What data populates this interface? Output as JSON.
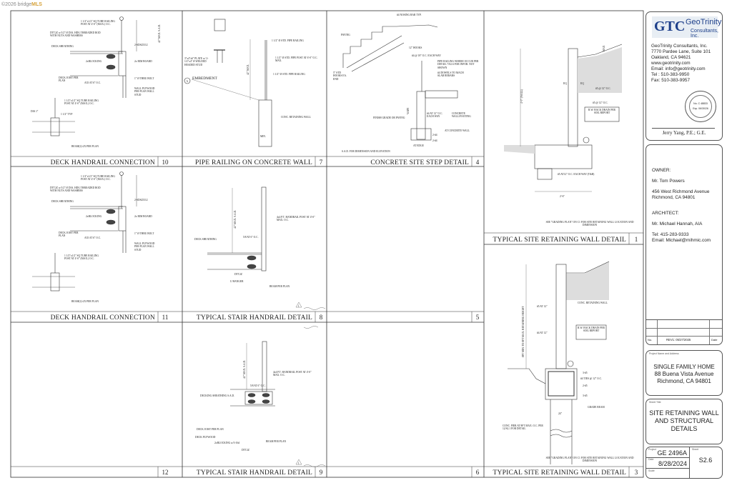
{
  "watermark": {
    "copyright": "©2026 bridge",
    "brand": "MLS"
  },
  "details": [
    {
      "title": "DECK HANDRAIL CONNECTION",
      "number": "10"
    },
    {
      "title": "PIPE RAILING ON CONCRETE WALL",
      "number": "7"
    },
    {
      "title": "CONCRETE SITE STEP DETAIL",
      "number": "4"
    },
    {
      "title": "TYPICAL SITE RETAINING WALL DETAIL",
      "number": "1"
    },
    {
      "title": "DECK HANDRAIL CONNECTION",
      "number": "11"
    },
    {
      "title": "TYPICAL STAIR HANDRAIL DETAIL",
      "number": "8"
    },
    {
      "title": "",
      "number": "5"
    },
    {
      "title": "",
      "number": "12"
    },
    {
      "title": "TYPICAL STAIR HANDRAIL DETAIL",
      "number": "9"
    },
    {
      "title": "",
      "number": "6"
    },
    {
      "title": "TYPICAL SITE RETAINING WALL DETAIL",
      "number": "3"
    }
  ],
  "labels": {
    "d10": {
      "post": "1 1/2\"x1/2\" SQ TUBE RAILING POST AT 4'-0\" (MAX.) O.C.",
      "dtt": "DTT2Z w/1/2\" Ø DIA. HDG THREADED ROD WITH NUTS AND WASHERS",
      "sheathing": "DECK SHEATHING",
      "sds": "2-SDS25312",
      "blocking": "2xBLOCKING",
      "rim": "2x RIM BOARD",
      "joist": "DECK JOIST PER PLAN",
      "a35": "A35 AT 6\" O.C.",
      "bolt": "1\" Ø THRU BOLT",
      "wall": "WALL PLYWOOD PER PLAN WALL STUD",
      "height": "42\" MAX. S.A.D.",
      "post2": "1 1/2\"x1/2\" SQ TUBE RAILING POST AT 4'-0\" (MAX.) O.C.",
      "dia": "DIA 1\"",
      "typ": "1 1/2\" TYP",
      "beam": "BEAM(2)-2X PER PLAN"
    },
    "d7": {
      "rail1": "1 1/2\" Ø STD. PIPE RAILING",
      "post": "1 1/2\" Ø STD. PIPE POST AT 6'-0\" O.C. MAX.",
      "rail2": "1 1/2\" Ø STD. PIPE RAILING",
      "embed": "EMBEDMENT",
      "embed_tag": "A",
      "wall": "CONC. RETAINING WALL",
      "plate": "3\"x4\"x6\" PLATE w/ 2-1/2\"x4\" Ø WELDED HEADED STUD",
      "height": "42\" MAX.",
      "min": "MIN."
    },
    "d4": {
      "nosing": "#4 NOSING BAR TYP.",
      "paving": "PAVING",
      "hooks": "12\" HOOKS",
      "rebar": "#4 @ 18\" O.C. EACH WAY",
      "railing": "PIPE RAILING WHERE OCCUR PER DETAIL 7/S2.6 FOR INFOR. NOT SHOWN",
      "dowels": "#4 DOWELS TO MACH SLAB REBARS",
      "std": "5\" STD HOOKS EA. END",
      "grade": "FINISH GRADE OR PAVING",
      "each": "#4 AT 12\" O.C. EACH WAY",
      "concrete": "CONCRETE WALL/FOOTING",
      "atwall": "AT CONCRETE WALL",
      "atedge": "AT EDGE",
      "sad": "S.A.D. FOR DIMENSION AND ELEVATION",
      "vary": "VARY",
      "bar1": "2-#4",
      "bar2": "2-#4"
    },
    "d1": {
      "r1": "#5 @ 12\" O.C.",
      "r2": "#5 @ 12\" O.C.",
      "drain": "R.W. BACK DRAIN PER SOIL REPORT",
      "wall": "4'-0\" (WALL)",
      "footing": "#5 AT12\" O.C. EACH WAY (T&B)",
      "width": "2'-6\"",
      "note": "SEE \"GRADING PLAN\" ON C1 FOR SITE RETAINING WALL LOCATION AND DIMENSION",
      "eq1": "EQ",
      "eq2": "EQ",
      "max": "MAX"
    },
    "d3": {
      "wall": "CONC. RETAINING WALL",
      "r1": "#5 AT 12\"",
      "r2": "#4 AT 12\"",
      "drain": "R.W. BACK DRAIN PER SOIL REPORT",
      "b1": "3-#5",
      "ties": "#4 TIES @ 12\" O.C.",
      "b2": "2-#5",
      "b3": "3-#5",
      "beam": "GRADE BEAM",
      "pier": "CONC. PIER AT 8FT MAX. O.C. PER 12/S2.1 FOR DETAIL",
      "height": "8FT MIN. TO 8FT MAX. RETAINING HEIGHT",
      "width": "24\"",
      "note": "SEE \"GRADING PLAN\" ON C1 FOR SITE RETAINING WALL LOCATION AND DIMENSION"
    },
    "d8": {
      "post": "4x4 P.T. HANDRAIL POST AT 4'-0\" MAX. O.C.",
      "sheathing": "DECK SHEATHING",
      "bolt": "5/8 AT 6\" O.C.",
      "dtt": "DTT2Z",
      "hanger": "U HANGER",
      "beam": "BEAM PER PLAN",
      "height": "42\" MAX. S.A.D."
    },
    "d9": {
      "post": "4x4 P.T. HANDRAIL POST AT 4'-0\" MAX. O.C.",
      "sheathing": "DECKING SHEATHING S.A.D.",
      "bolt": "5/8 AT 6\" O.C.",
      "joist": "DECK JOIST PER PLAN",
      "plywood": "DECK PLYWOOD",
      "blocking": "2xBLOCKING w/3-16d",
      "beam": "BEAM PER PLAN",
      "dtt": "DTT2Z",
      "height": "42\" MAX. S.A.D."
    },
    "revision_mark": "1"
  },
  "titleblock": {
    "logo": {
      "mark": "GTC",
      "name": "GeoTrinity",
      "sub": "Consultants, Inc."
    },
    "company": [
      "GeoTrinity Consultants, Inc.",
      "7770 Pardee Lane, Suite 101",
      "Oakland, CA 94621",
      "www.geotrinity.com",
      "Email: info@geotrinity.com",
      "Tel :  510-383-9950",
      "Fax:  510-383-9957"
    ],
    "seal": {
      "line1": "No. C 48833",
      "line2": "Exp. 06/30/26"
    },
    "engineer": "Jerry Yang,  P.E.; G.E.",
    "owner_heading": "OWNER:",
    "owner_name": "Mr. Tom Powers",
    "owner_addr1": "456 West Richmond Avenue",
    "owner_addr2": "Richmond, CA 94801",
    "architect_heading": "ARCHITECT:",
    "architect_name": "Mr. Michael Hannah, AIA",
    "architect_tel": "Tel: 415-283-9333",
    "architect_email": "Email: Michael@mihmic.com",
    "rev_no_label": "No.",
    "rev_text": "REV1: 05/27/2025",
    "rev_date_label": "Date",
    "project_label": "Project Name and Address",
    "project_lines": [
      "SINGLE FAMILY HOME",
      "88 Buena Vista Avenue",
      "Richmond, CA 94801"
    ],
    "sheet_title_label": "Sheet  Title",
    "sheet_title_lines": [
      "SITE RETAINING WALL",
      "AND STRUCTURAL",
      "DETAILS"
    ],
    "project_no_label": "Project",
    "project_no": "GE 2496A",
    "date_label": "Date",
    "date": "8/28/2024",
    "scale_label": "Scale",
    "sheet_label": "Sheet",
    "sheet_no": "S2.6"
  }
}
